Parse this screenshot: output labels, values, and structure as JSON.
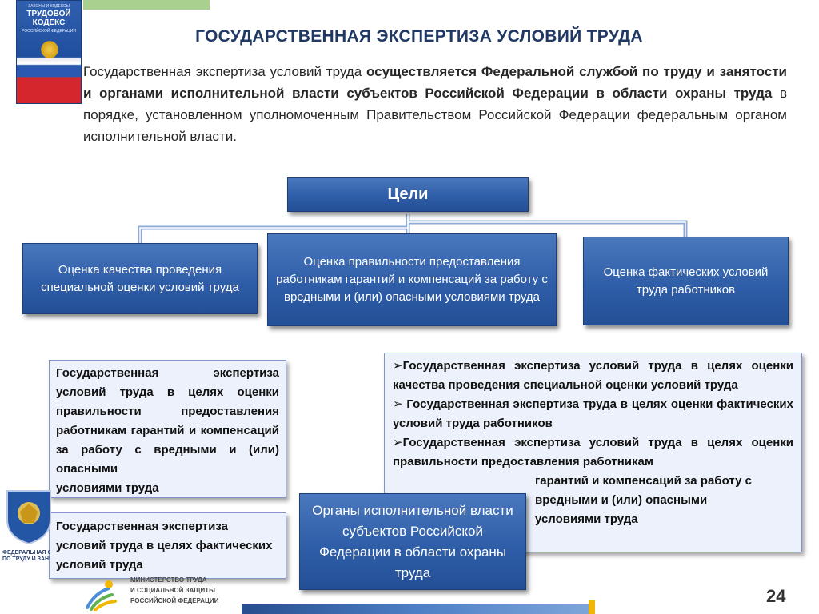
{
  "book": {
    "small_top": "ЗАКОНЫ И КОДЕКСЫ",
    "title_line1": "ТРУДОВОЙ",
    "title_line2": "КОДЕКС",
    "subtitle": "РОССИЙСКОЙ ФЕДЕРАЦИИ"
  },
  "header": {
    "title": "ГОСУДАРСТВЕННАЯ ЭКСПЕРТИЗА УСЛОВИЙ ТРУДА"
  },
  "intro": {
    "part1": "Государственная экспертиза условий труда ",
    "part2_bold": "осуществляется Федеральной службой по труду и занятости и органами исполнительной власти субъектов Российской Федерации в области охраны труда",
    "part3": " в порядке, установленном уполномоченным Правительством Российской Федерации федеральным органом исполнительной власти."
  },
  "diagram": {
    "goals_label": "Цели",
    "goal_1": "Оценка качества проведения специальной оценки условий труда",
    "goal_2": "Оценка правильности предоставления работникам гарантий и компенсаций за работу с вредными и (или) опасными условиями труда",
    "goal_3": "Оценка фактических условий труда работников"
  },
  "left_boxes": {
    "box1_main": "Государственная экспертиза условий труда в целях оценки правильности предоставления работникам гарантий и компенсаций за работу с вредными и (или) опасными",
    "box1_last": "условиями труда",
    "box2": "Государственная экспертиза условий труда в целях фактических условий труда"
  },
  "right_box": {
    "bullet_mark": "➢",
    "item1": "Государственная экспертиза условий труда в целях оценки качества проведения специальной оценки условий труда",
    "item2": " Государственная экспертиза труда в целях оценки фактических условий  труда работников",
    "item3": "Государственная экспертиза условий труда в целях оценки правильности предоставления работникам",
    "item3_tail1": "гарантий и компенсаций за работу с",
    "item3_tail2": "вредными и (или) опасными",
    "item3_tail3": "условиями труда"
  },
  "organs_box": {
    "text": "Органы исполнительной власти субъектов Российской Федерации в области охраны труда"
  },
  "footer": {
    "fed_service_line1": "ФЕДЕРАЛЬНАЯ СЛ",
    "fed_service_line2": "ПО ТРУДУ И ЗАНЯТ",
    "ministry_line1": "МИНИСТЕРСТВО ТРУДА",
    "ministry_line2": "И СОЦИАЛЬНОЙ ЗАЩИТЫ",
    "ministry_line3": "РОССИЙСКОЙ ФЕДЕРАЦИИ",
    "page_number": "24"
  },
  "colors": {
    "title": "#1f3864",
    "box_blue": "#2f5ea8",
    "box_light": "#edf1fb",
    "accent_green": "#a9d08e",
    "accent_yellow": "#f2b705"
  }
}
